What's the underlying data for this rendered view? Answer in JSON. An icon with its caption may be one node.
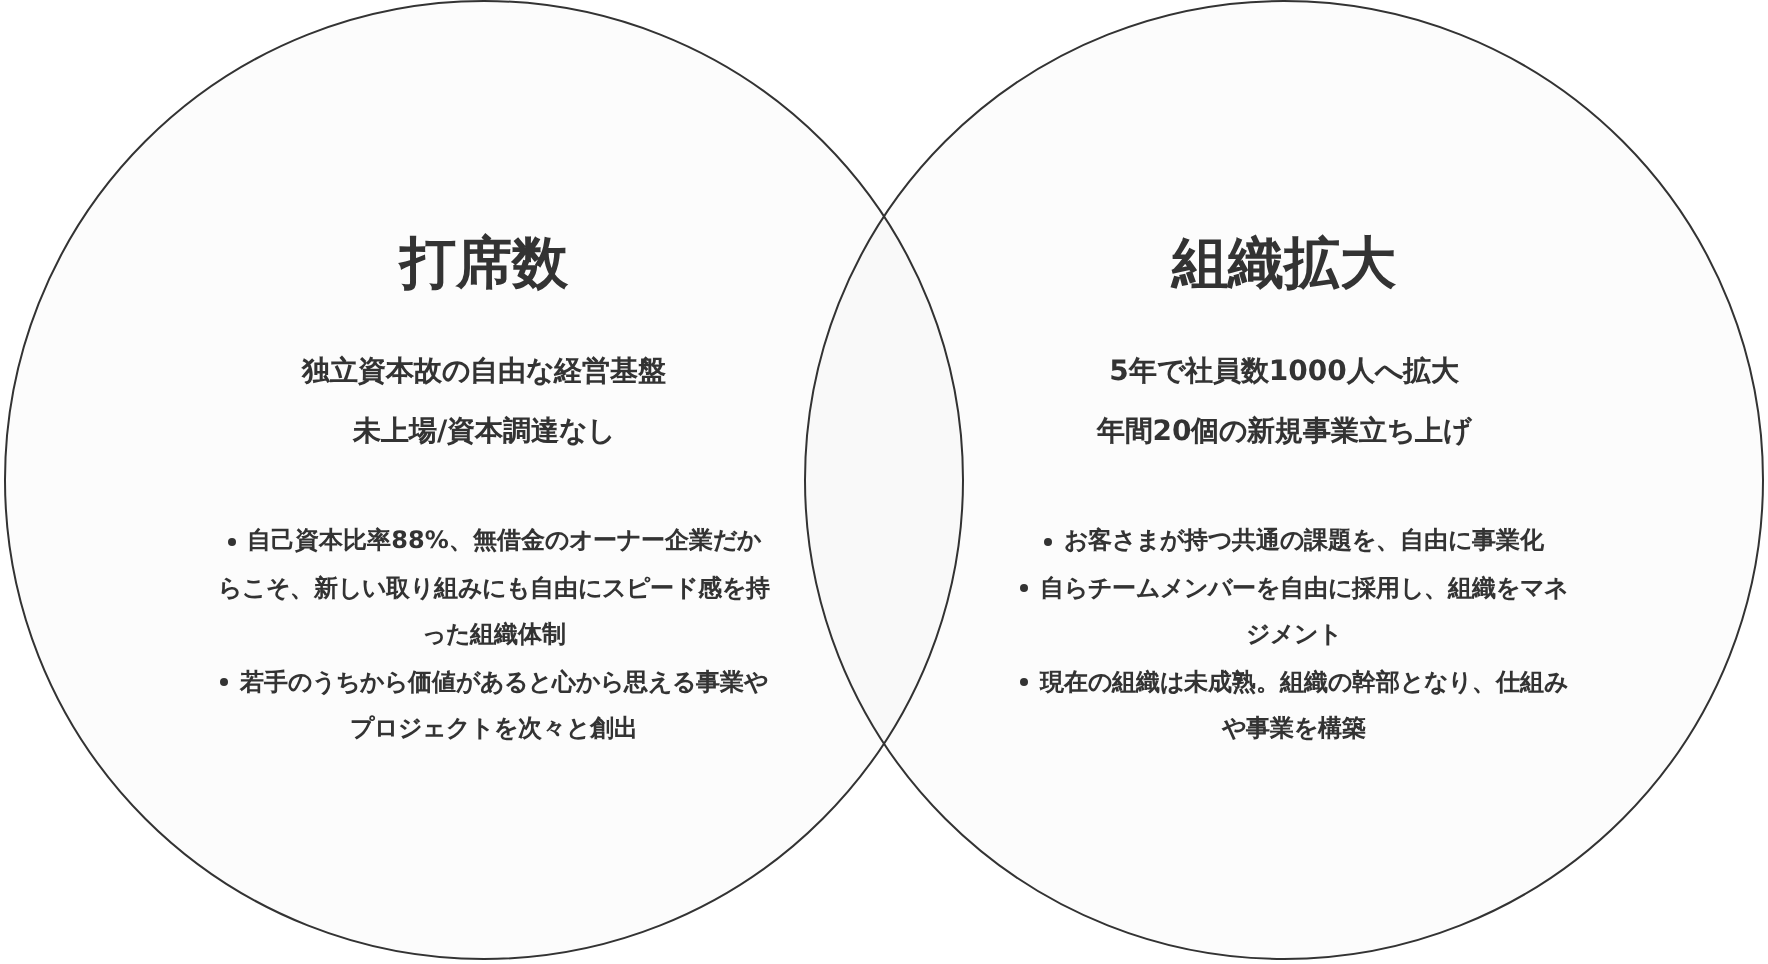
{
  "diagram": {
    "nodes": [
      {
        "text": [
          "打席数",
          "独立資本故の自由な経営基盤",
          "未上場/資本調達なし",
          "自己資本比率88%、無借金のオーナー企業だからこそ、新しい取り組みにも自由にスピード感を持った組織体制",
          "若手のうちから価値があると心から思える事業やプロジェクトを次々と創出"
        ]
      },
      {
        "text": [
          "組織拡大",
          "5年で社員数1000人へ拡大",
          "年間20個の新規事業立ち上げ",
          "お客さまが持つ共通の課題を、自由に事業化",
          "自らチームメンバーを自由に採用し、組織をマネジメント",
          "現在の組織は未成熟。組織の幹部となり、仕組みや事業を構築"
        ]
      }
    ],
    "edges": []
  }
}
